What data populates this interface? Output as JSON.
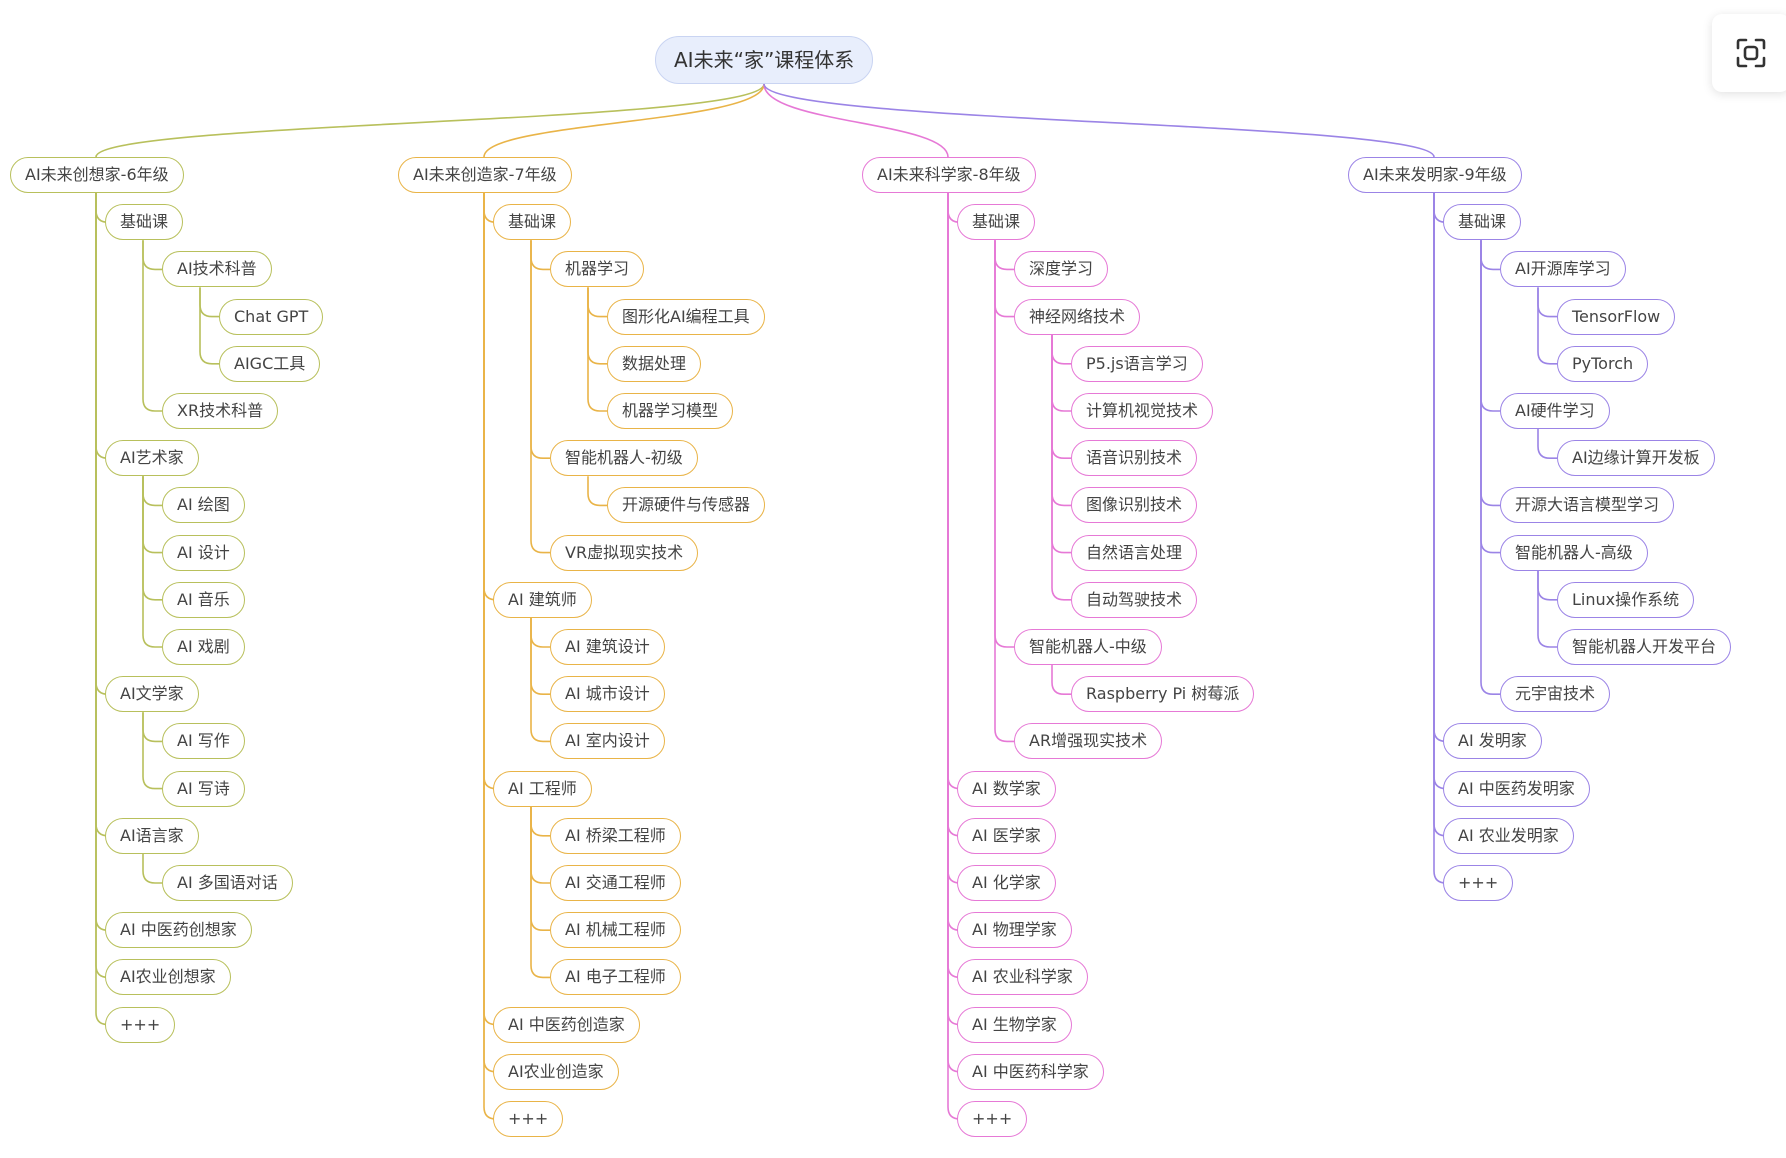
{
  "colors": {
    "branch_1": "#b8c05c",
    "branch_2": "#e9b448",
    "branch_3": "#e679d6",
    "branch_4": "#9b84e6",
    "root_fill": "#e8eefc",
    "root_border": "#c9d4f2"
  },
  "controls": {
    "fit_icon": "fit-screen-icon"
  },
  "mindmap": {
    "root": "AI未来“家”课程体系",
    "branches": [
      {
        "label": "AI未来创想家-6年级",
        "children": [
          {
            "label": "基础课",
            "children": [
              {
                "label": "AI技术科普",
                "children": [
                  {
                    "label": "Chat GPT"
                  },
                  {
                    "label": "AIGC工具"
                  }
                ]
              },
              {
                "label": "XR技术科普"
              }
            ]
          },
          {
            "label": "AI艺术家",
            "children": [
              {
                "label": "AI 绘图"
              },
              {
                "label": "AI 设计"
              },
              {
                "label": "AI 音乐"
              },
              {
                "label": "AI 戏剧"
              }
            ]
          },
          {
            "label": "AI文学家",
            "children": [
              {
                "label": "AI 写作"
              },
              {
                "label": "AI 写诗"
              }
            ]
          },
          {
            "label": "AI语言家",
            "children": [
              {
                "label": "AI 多国语对话"
              }
            ]
          },
          {
            "label": "AI 中医药创想家"
          },
          {
            "label": "AI农业创想家"
          },
          {
            "label": "+++"
          }
        ]
      },
      {
        "label": "AI未来创造家-7年级",
        "children": [
          {
            "label": "基础课",
            "children": [
              {
                "label": "机器学习",
                "children": [
                  {
                    "label": "图形化AI编程工具"
                  },
                  {
                    "label": "数据处理"
                  },
                  {
                    "label": "机器学习模型"
                  }
                ]
              },
              {
                "label": "智能机器人-初级",
                "children": [
                  {
                    "label": "开源硬件与传感器"
                  }
                ]
              },
              {
                "label": "VR虚拟现实技术"
              }
            ]
          },
          {
            "label": "AI 建筑师",
            "children": [
              {
                "label": "AI 建筑设计"
              },
              {
                "label": "AI 城市设计"
              },
              {
                "label": "AI 室内设计"
              }
            ]
          },
          {
            "label": "AI 工程师",
            "children": [
              {
                "label": "AI 桥梁工程师"
              },
              {
                "label": "AI 交通工程师"
              },
              {
                "label": "AI 机械工程师"
              },
              {
                "label": "AI 电子工程师"
              }
            ]
          },
          {
            "label": "AI 中医药创造家"
          },
          {
            "label": "AI农业创造家"
          },
          {
            "label": "+++"
          }
        ]
      },
      {
        "label": "AI未来科学家-8年级",
        "children": [
          {
            "label": "基础课",
            "children": [
              {
                "label": "深度学习"
              },
              {
                "label": "神经网络技术",
                "children": [
                  {
                    "label": "P5.js语言学习"
                  },
                  {
                    "label": "计算机视觉技术"
                  },
                  {
                    "label": "语音识别技术"
                  },
                  {
                    "label": "图像识别技术"
                  },
                  {
                    "label": "自然语言处理"
                  },
                  {
                    "label": "自动驾驶技术"
                  }
                ]
              },
              {
                "label": "智能机器人-中级",
                "children": [
                  {
                    "label": "Raspberry Pi 树莓派"
                  }
                ]
              },
              {
                "label": "AR增强现实技术"
              }
            ]
          },
          {
            "label": "AI 数学家"
          },
          {
            "label": "AI 医学家"
          },
          {
            "label": "AI 化学家"
          },
          {
            "label": "AI 物理学家"
          },
          {
            "label": "AI 农业科学家"
          },
          {
            "label": "AI 生物学家"
          },
          {
            "label": "AI 中医药科学家"
          },
          {
            "label": "+++"
          }
        ]
      },
      {
        "label": "AI未来发明家-9年级",
        "children": [
          {
            "label": "基础课",
            "children": [
              {
                "label": "AI开源库学习",
                "children": [
                  {
                    "label": "TensorFlow"
                  },
                  {
                    "label": "PyTorch"
                  }
                ]
              },
              {
                "label": "AI硬件学习",
                "children": [
                  {
                    "label": "AI边缘计算开发板"
                  }
                ]
              },
              {
                "label": "开源大语言模型学习"
              },
              {
                "label": "智能机器人-高级",
                "children": [
                  {
                    "label": "Linux操作系统"
                  },
                  {
                    "label": "智能机器人开发平台"
                  }
                ]
              },
              {
                "label": "元宇宙技术"
              }
            ]
          },
          {
            "label": "AI 发明家"
          },
          {
            "label": "AI 中医药发明家"
          },
          {
            "label": "AI 农业发明家"
          },
          {
            "label": "+++"
          }
        ]
      }
    ]
  }
}
